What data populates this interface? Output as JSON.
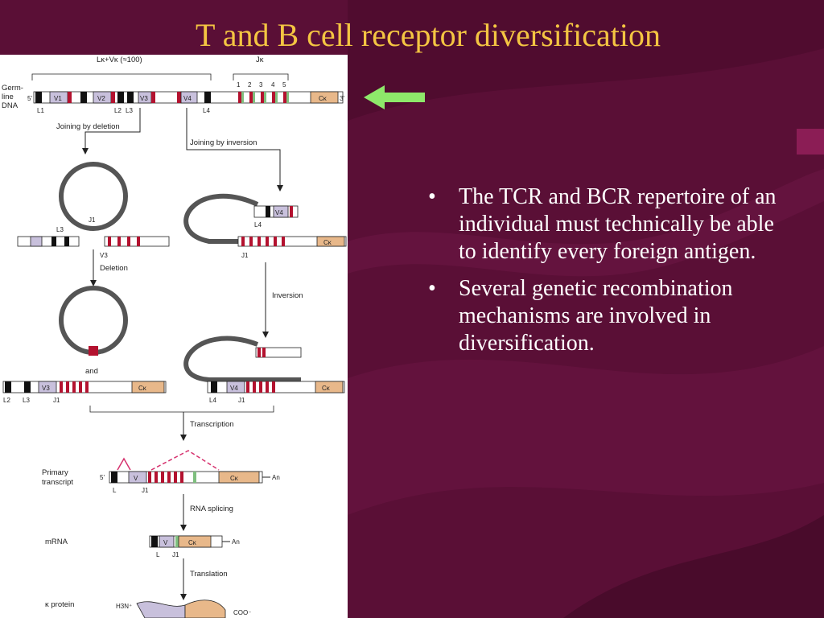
{
  "slide": {
    "title": "T and B cell receptor diversification",
    "bullets": [
      "The TCR and BCR repertoire of an individual must technically be able to identify every foreign antigen.",
      "Several genetic recombination mechanisms are involved in diversification."
    ],
    "colors": {
      "background": "#5a0f36",
      "title": "#f4c542",
      "text": "#ffffff",
      "arrow": "#8ee86a"
    },
    "arrow_icon": "left-arrow-icon"
  },
  "figure": {
    "vk_group": "Lκ+Vκ (≈100)",
    "jk_group": "Jκ",
    "j_numbers": [
      "1",
      "2",
      "3",
      "4",
      "5"
    ],
    "germline": [
      "Germ-",
      "line",
      "DNA"
    ],
    "five_prime": "5'",
    "three_prime": "3'",
    "v1": "V1",
    "v2": "V2",
    "v3": "V3",
    "v4": "V4",
    "v": "V",
    "l1": "L1",
    "l2": "L2",
    "l3": "L3",
    "l4": "L4",
    "l": "L",
    "j1": "J1",
    "ck": "Cκ",
    "joining_deletion": "Joining by deletion",
    "joining_inversion": "Joining by inversion",
    "deletion": "Deletion",
    "inversion": "Inversion",
    "and": "and",
    "transcription": "Transcription",
    "primary_transcript": [
      "Primary",
      "transcript"
    ],
    "an": "An",
    "rna_splicing": "RNA splicing",
    "mrna": "mRNA",
    "translation": "Translation",
    "kappa_protein": "κ protein",
    "h3n": "H3N⁺",
    "coo": "COO⁻"
  }
}
